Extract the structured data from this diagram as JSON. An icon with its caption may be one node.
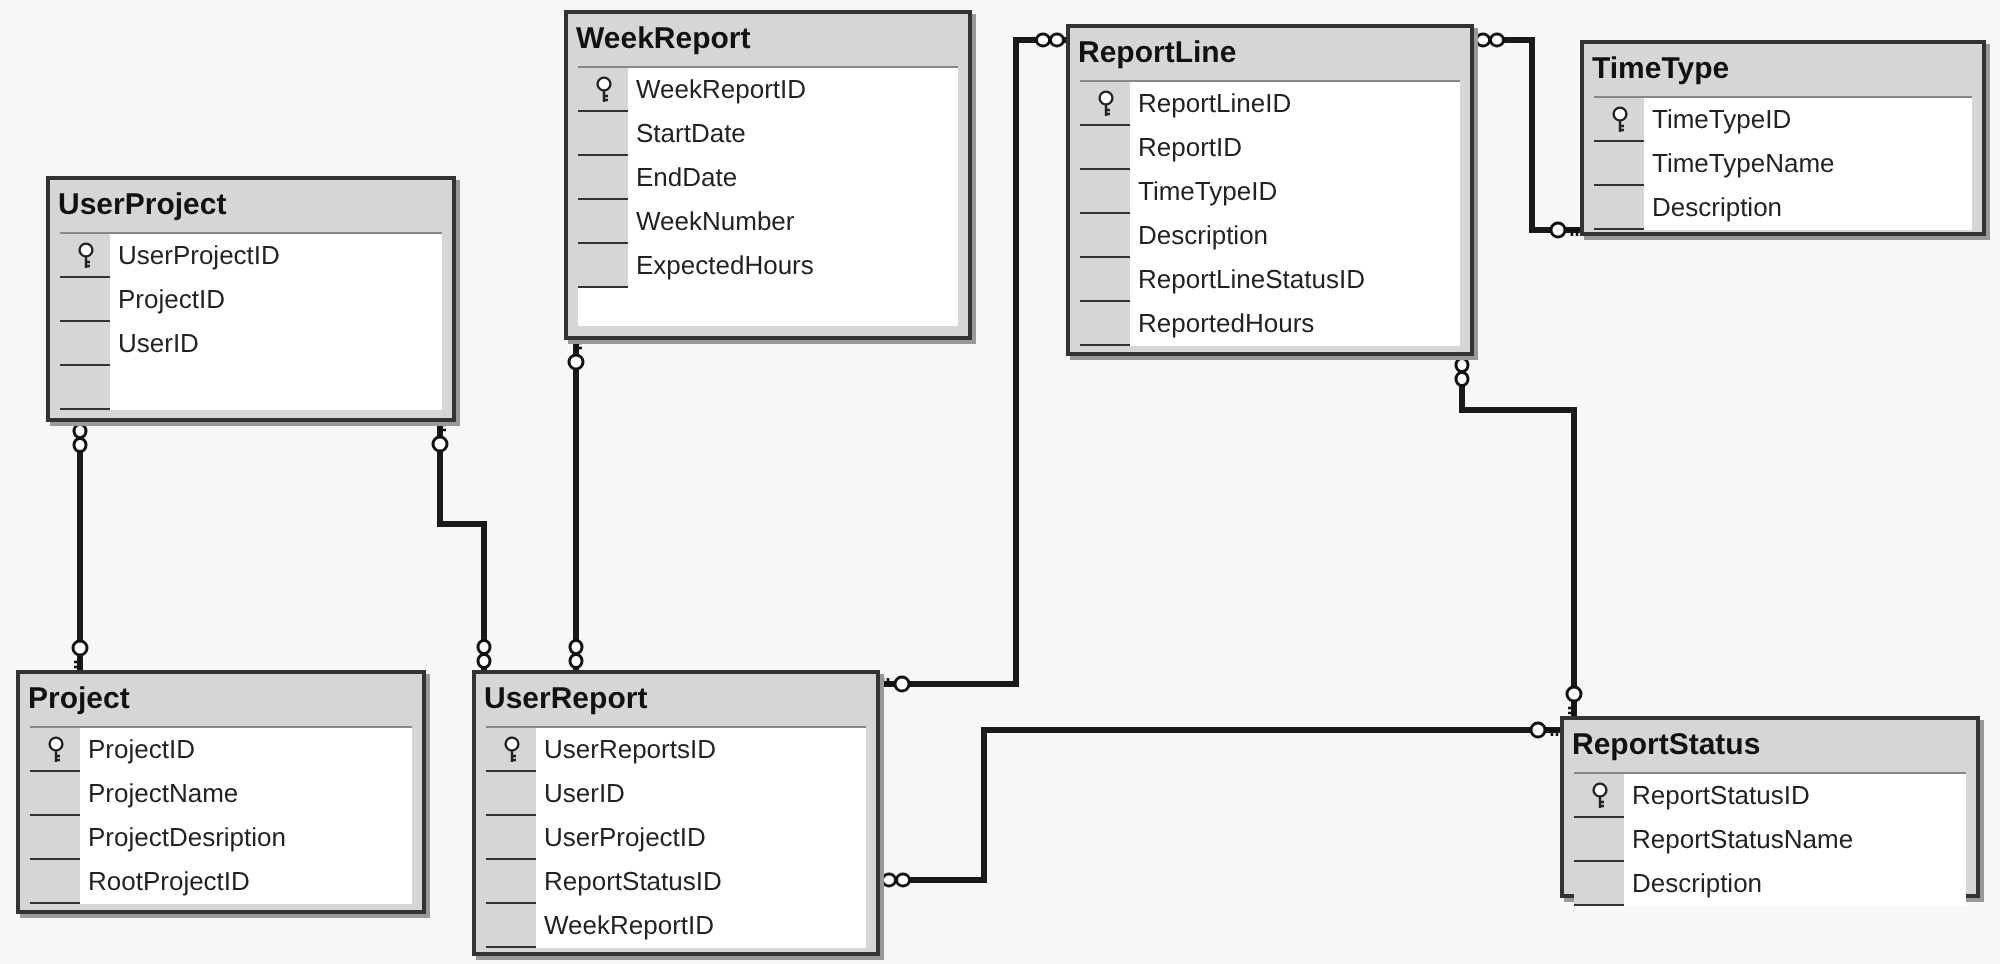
{
  "diagram": {
    "nodes": [
      {
        "text": [
          "WeekReport",
          "WeekReportID",
          "StartDate",
          "EndDate",
          "WeekNumber",
          "ExpectedHours"
        ]
      },
      {
        "text": [
          "ReportLine",
          "ReportLineID",
          "ReportID",
          "TimeTypeID",
          "Description",
          "ReportLineStatusID",
          "ReportedHours"
        ]
      },
      {
        "text": [
          "TimeType",
          "TimeTypeID",
          "TimeTypeName",
          "Description"
        ]
      },
      {
        "text": [
          "UserProject",
          "UserProjectID",
          "ProjectID",
          "UserID"
        ]
      },
      {
        "text": [
          "Project",
          "ProjectID",
          "ProjectName",
          "ProjectDesription",
          "RootProjectID"
        ]
      },
      {
        "text": [
          "UserReport",
          "UserReportsID",
          "UserID",
          "UserProjectID",
          "ReportStatusID",
          "WeekReportID"
        ]
      },
      {
        "text": [
          "ReportStatus",
          "ReportStatusID",
          "ReportStatusName",
          "Description"
        ]
      }
    ],
    "edges": [
      {
        "from": 3,
        "to": 4,
        "arrow": "other"
      },
      {
        "from": 5,
        "to": 3,
        "arrow": "other"
      },
      {
        "from": 5,
        "to": 0,
        "arrow": "other"
      },
      {
        "from": 1,
        "to": 5,
        "arrow": "other"
      },
      {
        "from": 1,
        "to": 2,
        "arrow": "other"
      },
      {
        "from": 1,
        "to": 6,
        "arrow": "other"
      },
      {
        "from": 5,
        "to": 6,
        "arrow": "other"
      }
    ]
  }
}
